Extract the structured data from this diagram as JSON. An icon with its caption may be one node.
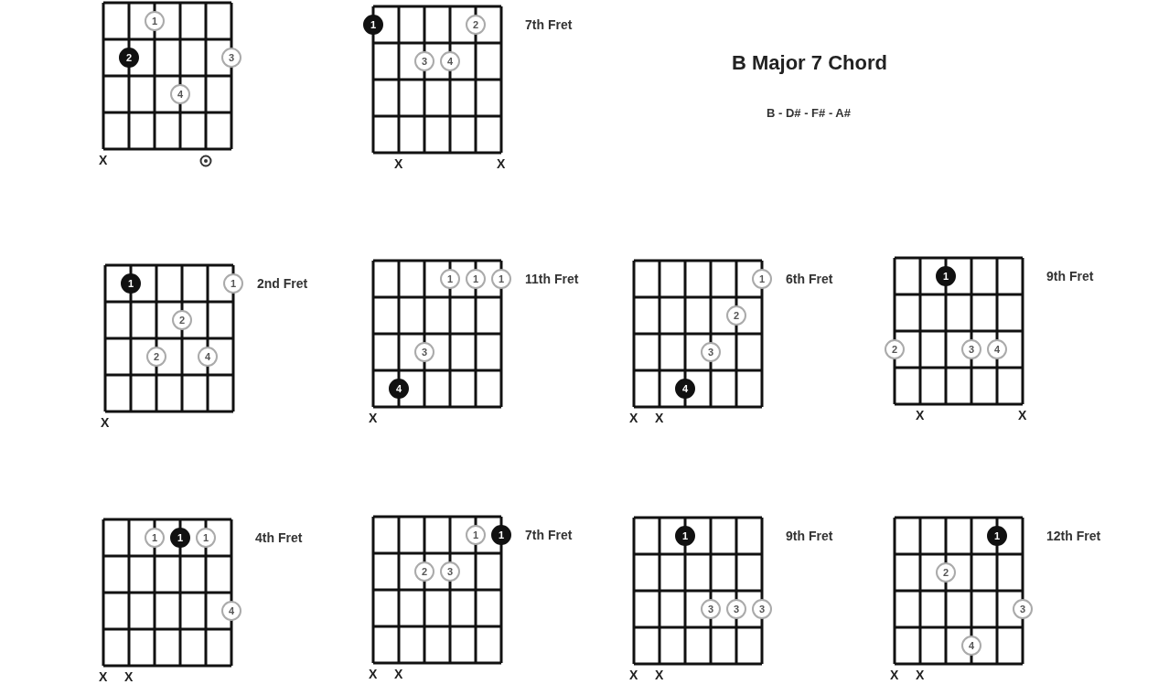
{
  "diagram": {
    "title": "B Major 7 Chord",
    "nodes": [
      {
        "text": [],
        "shape": "box"
      },
      {
        "text": [
          "1"
        ],
        "in": 0
      },
      {
        "text": [
          "2"
        ],
        "in": 0
      },
      {
        "text": [
          "3"
        ],
        "in": 0
      },
      {
        "text": [
          "4"
        ],
        "in": 0
      },
      {
        "text": [],
        "shape": "box"
      },
      {
        "text": [
          "1"
        ],
        "in": 5
      },
      {
        "text": [
          "2"
        ],
        "in": 5
      },
      {
        "text": [
          "3"
        ],
        "in": 5
      },
      {
        "text": [
          "4"
        ],
        "in": 5
      },
      {
        "text": [],
        "shape": "box"
      },
      {
        "text": [
          "1"
        ],
        "in": 10
      },
      {
        "text": [
          "1"
        ],
        "in": 10
      },
      {
        "text": [
          "2"
        ],
        "in": 10
      },
      {
        "text": [
          "2"
        ],
        "in": 10
      },
      {
        "text": [
          "4"
        ],
        "in": 10
      },
      {
        "text": [],
        "shape": "box"
      },
      {
        "text": [
          "1"
        ],
        "in": 16
      },
      {
        "text": [
          "1"
        ],
        "in": 16
      },
      {
        "text": [
          "1"
        ],
        "in": 16
      },
      {
        "text": [
          "3"
        ],
        "in": 16
      },
      {
        "text": [
          "4"
        ],
        "in": 16
      },
      {
        "text": [],
        "shape": "box"
      },
      {
        "text": [
          "1"
        ],
        "in": 22
      },
      {
        "text": [
          "2"
        ],
        "in": 22
      },
      {
        "text": [
          "3"
        ],
        "in": 22
      },
      {
        "text": [
          "4"
        ],
        "in": 22
      },
      {
        "text": [],
        "shape": "box"
      },
      {
        "text": [
          "1"
        ],
        "in": 27
      },
      {
        "text": [
          "2"
        ],
        "in": 27
      },
      {
        "text": [
          "3"
        ],
        "in": 27
      },
      {
        "text": [
          "4"
        ],
        "in": 27
      },
      {
        "text": [],
        "shape": "box"
      },
      {
        "text": [
          "1"
        ],
        "in": 32
      },
      {
        "text": [
          "1"
        ],
        "in": 32
      },
      {
        "text": [
          "1"
        ],
        "in": 32
      },
      {
        "text": [
          "4"
        ],
        "in": 32
      },
      {
        "text": [],
        "shape": "box"
      },
      {
        "text": [
          "1"
        ],
        "in": 37
      },
      {
        "text": [
          "1"
        ],
        "in": 37
      },
      {
        "text": [
          "2"
        ],
        "in": 37
      },
      {
        "text": [
          "3"
        ],
        "in": 37
      },
      {
        "text": [],
        "shape": "box"
      },
      {
        "text": [
          "1"
        ],
        "in": 42
      },
      {
        "text": [
          "3"
        ],
        "in": 42
      },
      {
        "text": [
          "3"
        ],
        "in": 42
      },
      {
        "text": [
          "3"
        ],
        "in": 42
      },
      {
        "text": [],
        "shape": "box"
      },
      {
        "text": [
          "1"
        ],
        "in": 47
      },
      {
        "text": [
          "2"
        ],
        "in": 47
      },
      {
        "text": [
          "3"
        ],
        "in": 47
      },
      {
        "text": [
          "4"
        ],
        "in": 47
      }
    ],
    "labels": [
      "X",
      "7th Fret",
      "X",
      "X",
      "B - D# - F# - A#",
      "2nd Fret",
      "X",
      "11th Fret",
      "X",
      "6th Fret",
      "X",
      "X",
      "9th Fret",
      "X",
      "X",
      "4th Fret",
      "X",
      "X",
      "7th Fret",
      "X",
      "X",
      "9th Fret",
      "X",
      "X",
      "12th Fret",
      "X",
      "X"
    ]
  }
}
